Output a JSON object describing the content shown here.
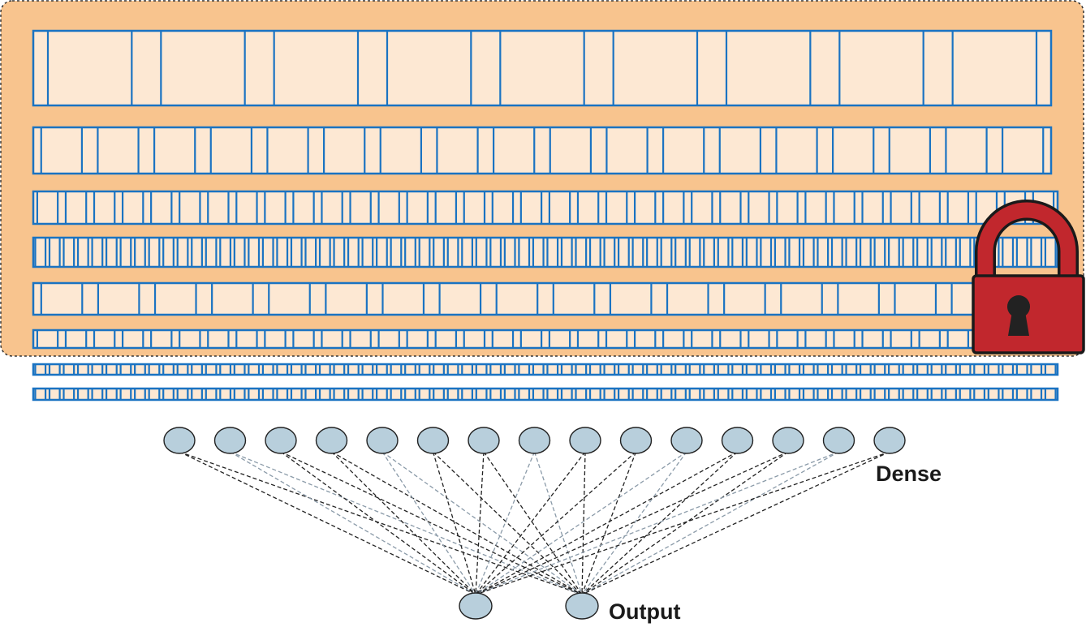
{
  "colors": {
    "frozen_region_fill": "#f8c48e",
    "frozen_region_border": "#333333",
    "layer_fill": "#fde8d3",
    "layer_stroke": "#1a73c2",
    "node_fill": "#b8cfdc",
    "node_stroke": "#222222",
    "lock_fill": "#c1272d",
    "lock_shackle": "#c1272d",
    "lock_outline": "#1a1a1a",
    "keyhole": "#222222"
  },
  "icons": {
    "lock": "padlock-icon"
  },
  "conv_layers": [
    {
      "units": 9,
      "frozen": true
    },
    {
      "units": 18,
      "frozen": true
    },
    {
      "units": 36,
      "frozen": true
    },
    {
      "units": 72,
      "frozen": true
    },
    {
      "units": 18,
      "frozen": true
    },
    {
      "units": 36,
      "frozen": true
    },
    {
      "units": 72,
      "frozen": false
    },
    {
      "units": 72,
      "frozen": false
    }
  ],
  "dense": {
    "label": "Dense",
    "nodes": 15
  },
  "output": {
    "label": "Output",
    "nodes": 2
  }
}
